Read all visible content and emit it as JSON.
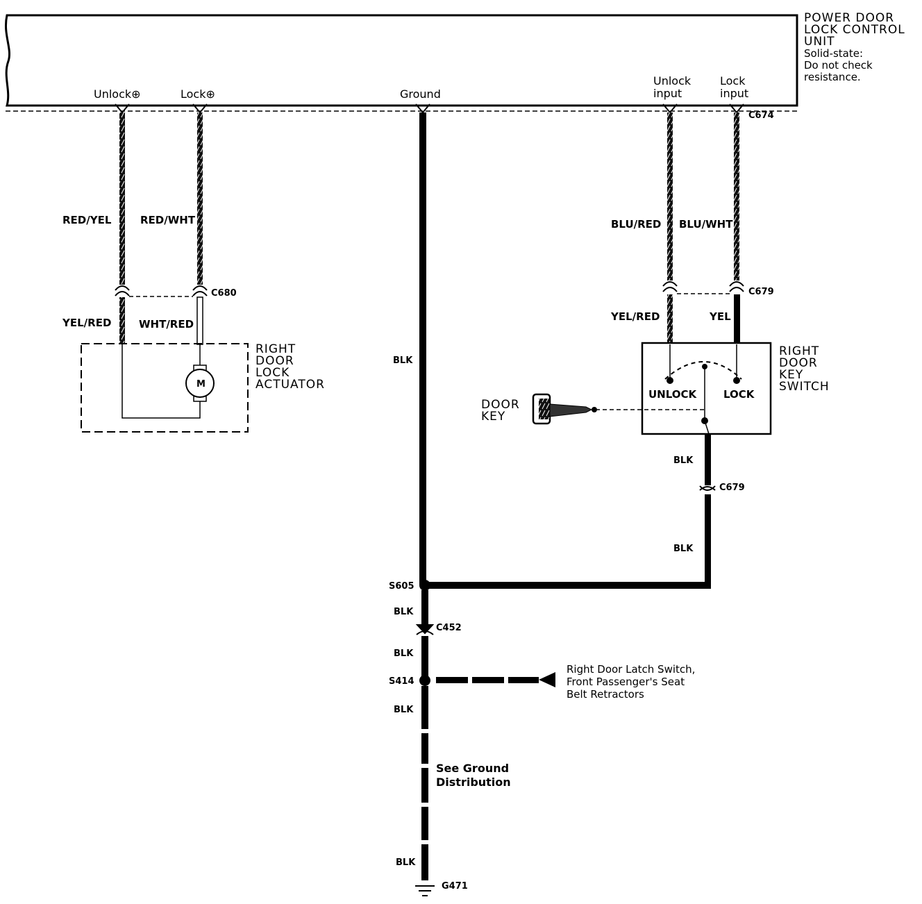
{
  "control_unit": {
    "title_lines": [
      "POWER DOOR",
      "LOCK CONTROL",
      "UNIT"
    ],
    "note_lines": [
      "Solid-state:",
      "Do not check",
      "resistance."
    ],
    "terminals": {
      "unlock": "Unlock⊕",
      "lock": "Lock⊕",
      "ground": "Ground",
      "unlock_input_1": "Unlock",
      "unlock_input_2": "input",
      "lock_input_1": "Lock",
      "lock_input_2": "input"
    },
    "connector": "C674"
  },
  "actuator_side": {
    "wire_upper_1": "RED/YEL",
    "wire_upper_2": "RED/WHT",
    "connector": "C680",
    "wire_lower_1": "YEL/RED",
    "wire_lower_2": "WHT/RED",
    "component_lines": [
      "RIGHT",
      "DOOR",
      "LOCK",
      "ACTUATOR"
    ],
    "motor_label": "M"
  },
  "key_switch_side": {
    "wire_upper_1": "BLU/RED",
    "wire_upper_2": "BLU/WHT",
    "connector": "C679",
    "wire_lower_1": "YEL/RED",
    "wire_lower_2": "YEL",
    "component_lines": [
      "RIGHT",
      "DOOR",
      "KEY",
      "SWITCH"
    ],
    "unlock_pos": "UNLOCK",
    "lock_pos": "LOCK",
    "door_key_lines": [
      "DOOR",
      "KEY"
    ],
    "ground_wire_1": "BLK",
    "ground_connector": "C679",
    "ground_wire_2": "BLK"
  },
  "ground_path": {
    "wire_main": "BLK",
    "splice_1": "S605",
    "wire_2": "BLK",
    "connector": "C452",
    "wire_3": "BLK",
    "splice_2": "S414",
    "wire_4": "BLK",
    "branch_lines": [
      "Right Door Latch Switch,",
      "Front Passenger's Seat",
      "Belt Retractors"
    ],
    "see_lines": [
      "See Ground",
      "Distribution"
    ],
    "wire_5": "BLK",
    "ground_point": "G471"
  }
}
